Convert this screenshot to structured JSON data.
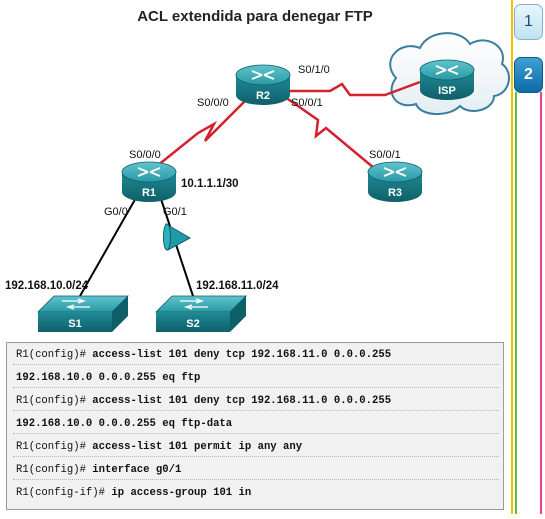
{
  "title": "ACL extendida para denegar FTP",
  "tabs": [
    {
      "label": "1"
    },
    {
      "label": "2"
    }
  ],
  "devices": {
    "r1": "R1",
    "r2": "R2",
    "r3": "R3",
    "isp": "ISP",
    "s1": "S1",
    "s2": "S2"
  },
  "interfaces": {
    "r2_s010": "S0/1/0",
    "r2_s000": "S0/0/0",
    "r2_s001": "S0/0/1",
    "r1_s000": "S0/0/0",
    "r1_g00": "G0/0",
    "r1_g01": "G0/1",
    "r3_s001": "S0/0/1"
  },
  "networks": {
    "r1_ip": "10.1.1.1/30",
    "lan1": "192.168.10.0/24",
    "lan2": "192.168.11.0/24"
  },
  "console": {
    "lines": [
      {
        "prompt": "R1(config)#",
        "command": " access-list 101 deny tcp 192.168.11.0 0.0.0.255"
      },
      {
        "prompt": "",
        "command": "192.168.10.0 0.0.0.255 eq ftp"
      },
      {
        "prompt": "R1(config)#",
        "command": " access-list 101 deny tcp 192.168.11.0 0.0.0.255"
      },
      {
        "prompt": "",
        "command": "192.168.10.0 0.0.0.255 eq ftp-data"
      },
      {
        "prompt": "R1(config)#",
        "command": " access-list 101 permit ip any any"
      },
      {
        "prompt": "R1(config)#",
        "command": " interface g0/1"
      },
      {
        "prompt": "R1(config-if)#",
        "command": " ip access-group 101 in"
      }
    ]
  },
  "colors": {
    "router": "#1d8a96",
    "serial_link": "#d2222d",
    "ethernet_link": "#000000",
    "acl_marker": "#1f9aa6",
    "side_line_a": "#f2c200",
    "side_line_b": "#5cbf3a",
    "side_line_c": "#e5408a"
  }
}
